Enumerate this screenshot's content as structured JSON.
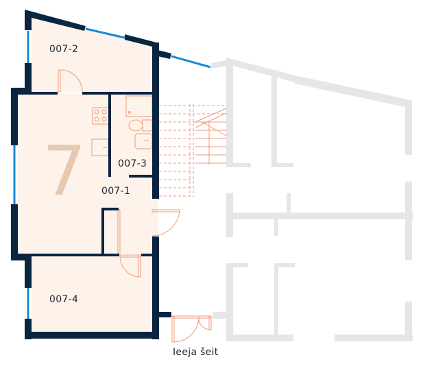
{
  "floorplan": {
    "apartment_number": "7",
    "rooms": [
      {
        "id": "007-1",
        "label": "007-1"
      },
      {
        "id": "007-2",
        "label": "007-2"
      },
      {
        "id": "007-3",
        "label": "007-3"
      },
      {
        "id": "007-4",
        "label": "007-4"
      }
    ],
    "entrance_label": "Ieeja šeit"
  },
  "colors": {
    "wall": "#0a2540",
    "window": "#1589d6",
    "floor": "#fdf3ea",
    "fixtures": "#f0987a",
    "inactive_wall": "#e6e6e6",
    "apartment_number": "#e6c9b0"
  }
}
